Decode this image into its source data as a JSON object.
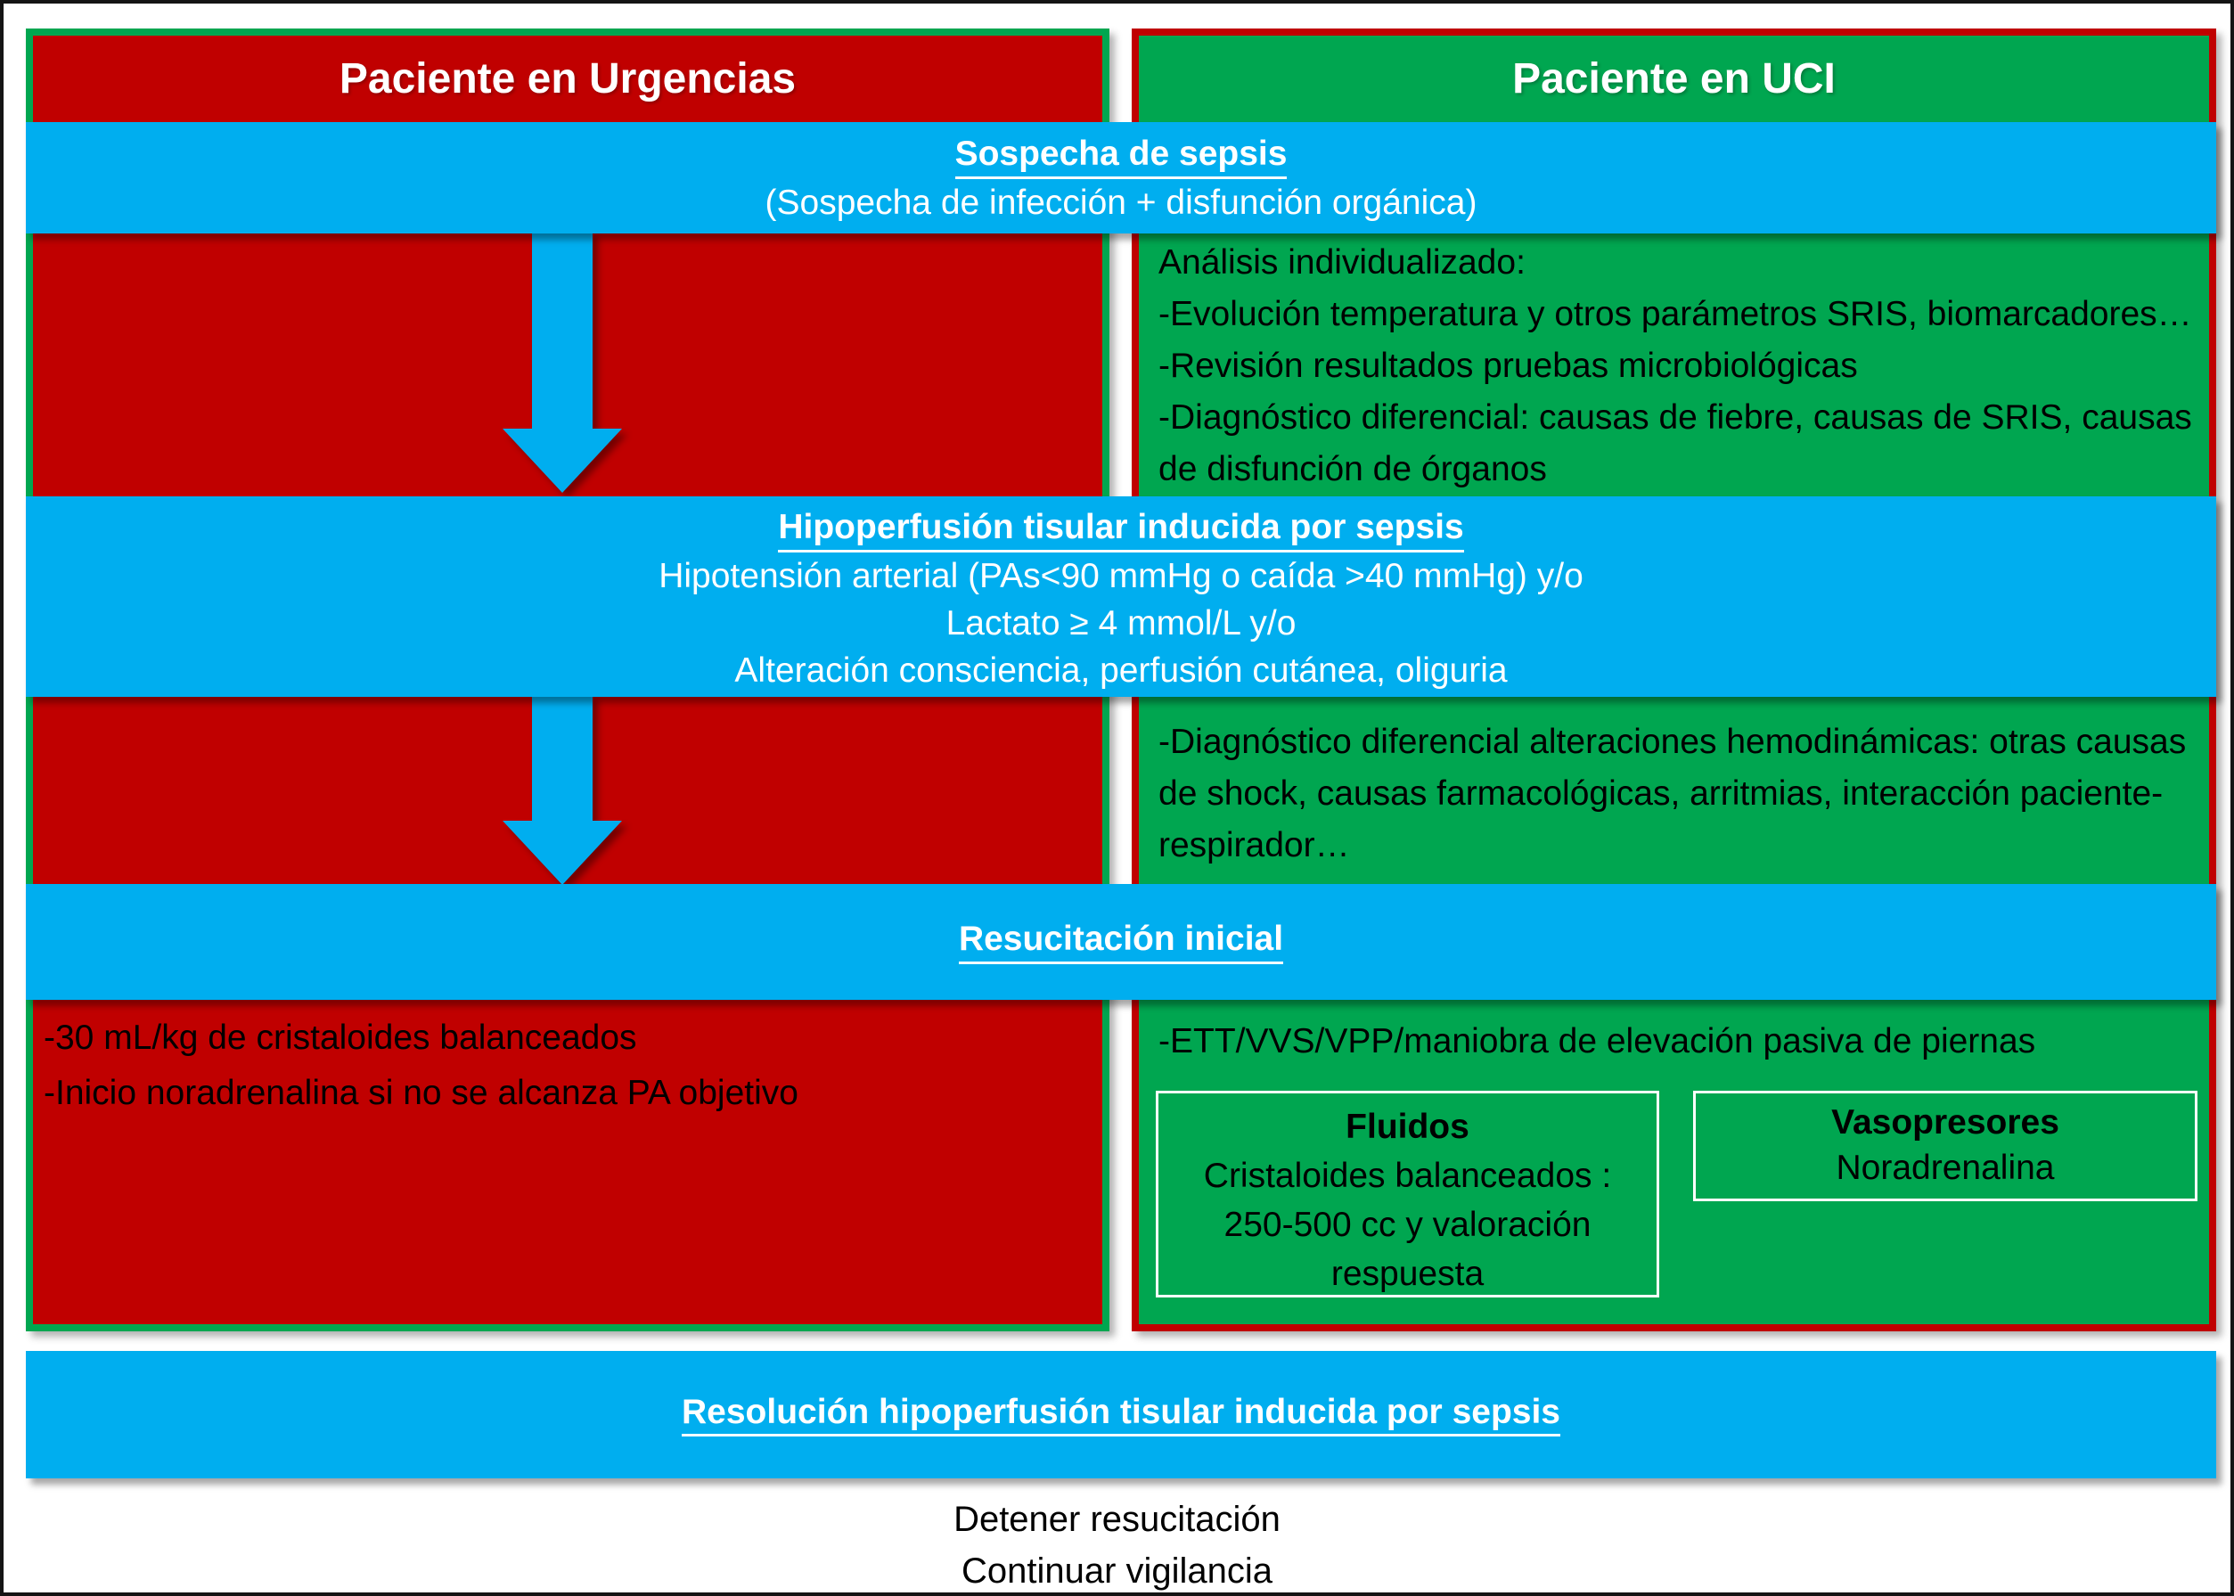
{
  "colors": {
    "red": "#C00000",
    "green": "#00A650",
    "blue": "#00AEEF",
    "frame": "#141414"
  },
  "columns": {
    "urgencias": {
      "title": "Paciente en Urgencias",
      "resuscitation_lines": [
        "-30 mL/kg de cristaloides balanceados",
        "-Inicio noradrenalina si no se alcanza PA objetivo"
      ]
    },
    "uci": {
      "title": "Paciente en UCI",
      "analysis_lines": [
        "Análisis individualizado:",
        "-Evolución temperatura y otros parámetros SRIS, biomarcadores…",
        "-Revisión resultados pruebas microbiológicas",
        "-Diagnóstico diferencial: causas de fiebre, causas de SRIS, causas de disfunción de órganos"
      ],
      "hemodynamic_note": "-Diagnóstico diferencial alteraciones hemodinámicas: otras causas de shock, causas farmacológicas, arritmias, interacción paciente-respirador…",
      "ett_note": "-ETT/VVS/VPP/maniobra de elevación pasiva de piernas",
      "boxes": {
        "fluidos": {
          "title": "Fluidos",
          "lines": [
            "Cristaloides balanceados :",
            "250-500 cc y valoración",
            "respuesta"
          ]
        },
        "vasopresores": {
          "title": "Vasopresores",
          "lines": [
            "Noradrenalina"
          ]
        }
      }
    }
  },
  "bands": {
    "sospecha": {
      "title": "Sospecha de sepsis",
      "subtitle": "(Sospecha de infección + disfunción orgánica)"
    },
    "hipoperfusion": {
      "title": "Hipoperfusión tisular inducida por sepsis",
      "lines": [
        "Hipotensión arterial (PAs<90 mmHg o caída >40 mmHg) y/o",
        "Lactato ≥ 4 mmol/L  y/o",
        "Alteración consciencia, perfusión cutánea, oliguria"
      ]
    },
    "resucitacion": {
      "title": "Resucitación inicial"
    },
    "resolucion": {
      "title": "Resolución hipoperfusión tisular inducida por sepsis"
    }
  },
  "footer": {
    "lines": [
      "Detener resucitación",
      "Continuar vigilancia"
    ]
  }
}
